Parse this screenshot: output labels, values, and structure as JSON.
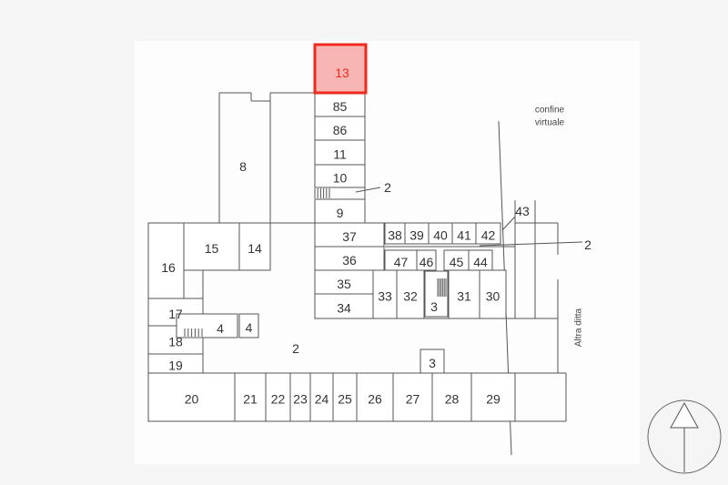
{
  "plan": {
    "highlighted_unit": "13",
    "highlight_color": "#ee2a1f",
    "highlight_fill": "#f7b6b4",
    "rooms": [
      "85",
      "86",
      "11",
      "10",
      "9",
      "8",
      "15",
      "14",
      "16",
      "17",
      "18",
      "19",
      "4",
      "4",
      "20",
      "21",
      "22",
      "23",
      "24",
      "25",
      "26",
      "27",
      "28",
      "29",
      "3",
      "37",
      "36",
      "35",
      "34",
      "33",
      "32",
      "3",
      "31",
      "30",
      "38",
      "39",
      "40",
      "41",
      "42",
      "47",
      "46",
      "45",
      "44"
    ],
    "common_area_labels": [
      "2",
      "2",
      "2"
    ],
    "annotation_43": "43",
    "boundary_label_line1": "confine",
    "boundary_label_line2": "virtuale",
    "neighbor_label": "Altra ditta",
    "compass": "north-arrow"
  }
}
